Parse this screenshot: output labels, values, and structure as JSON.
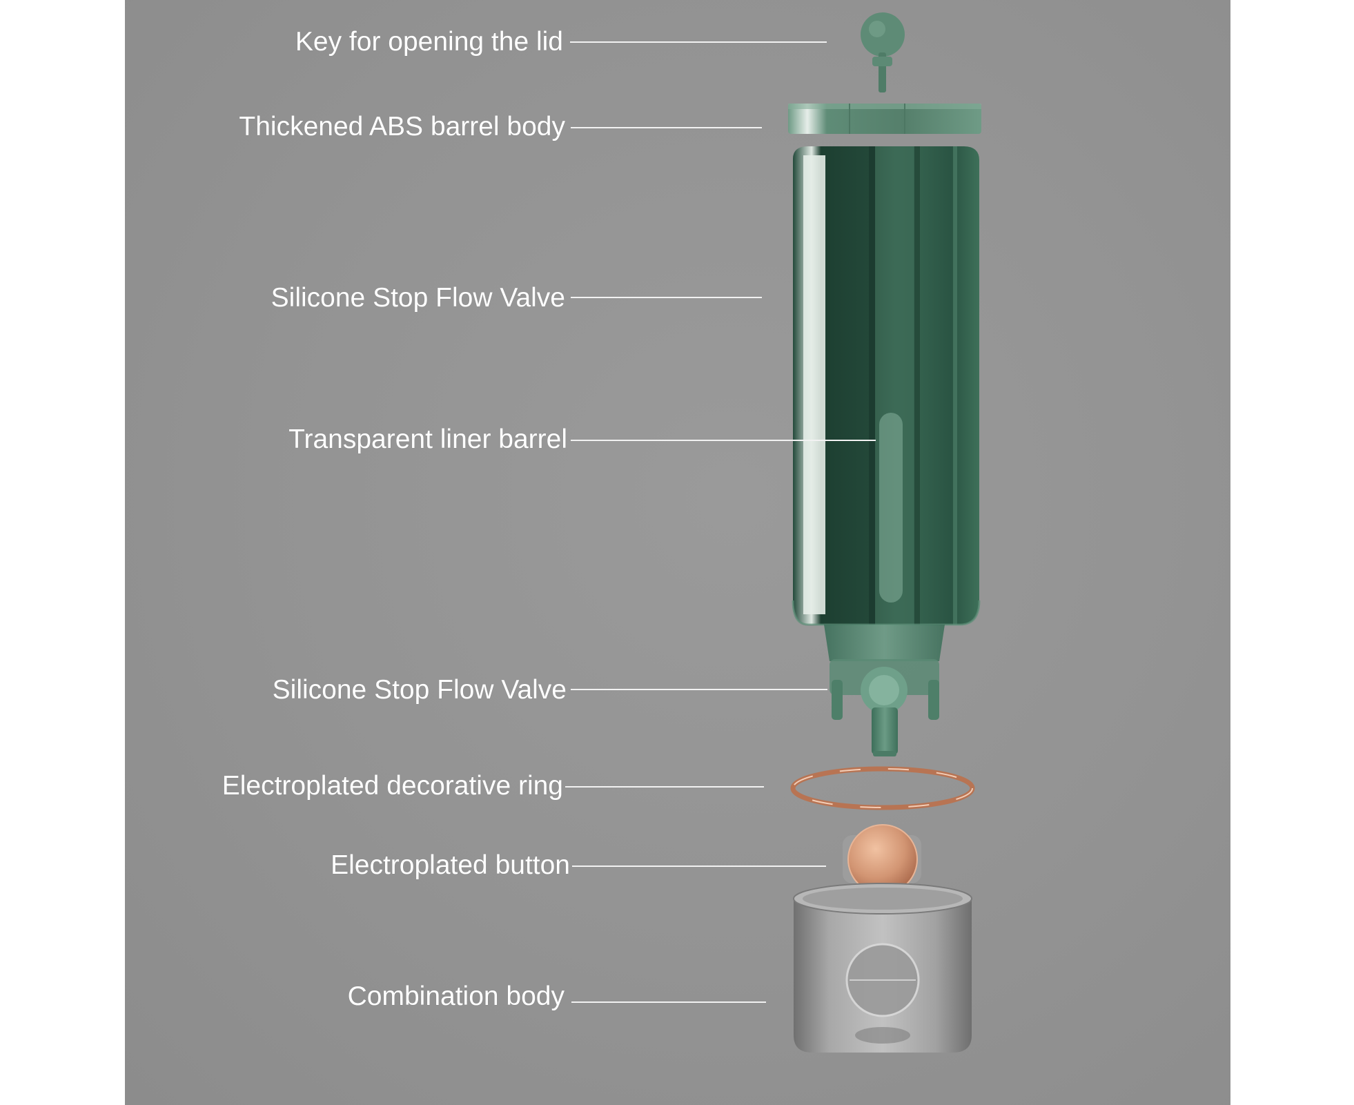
{
  "labels": {
    "key": "Key for opening the lid",
    "abs_body": "Thickened ABS barrel body",
    "valve_upper": "Silicone Stop Flow Valve",
    "liner": "Transparent liner barrel",
    "valve_lower": "Silicone Stop Flow Valve",
    "ring": "Electroplated decorative ring",
    "button": "Electroplated button",
    "combination": "Combination body"
  },
  "colors": {
    "background": "#939393",
    "barrel_green": "#2f5a45",
    "lid_green": "#5f8c77",
    "copper": "#c98a62",
    "label_text": "#ffffff"
  }
}
